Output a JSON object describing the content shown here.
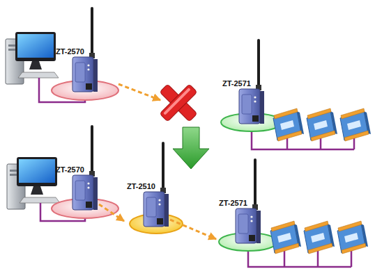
{
  "diagram": {
    "nodes": [
      {
        "text": [
          "ZT-2570"
        ]
      },
      {
        "text": [
          "ZT-2571"
        ]
      },
      {
        "text": [
          "ZT-2570"
        ]
      },
      {
        "text": [
          "ZT-2510"
        ]
      },
      {
        "text": [
          "ZT-2571"
        ]
      }
    ],
    "edges": [
      {
        "from": 2,
        "to": 3,
        "arrow": "to"
      },
      {
        "from": 3,
        "to": 4,
        "arrow": "to"
      }
    ]
  }
}
